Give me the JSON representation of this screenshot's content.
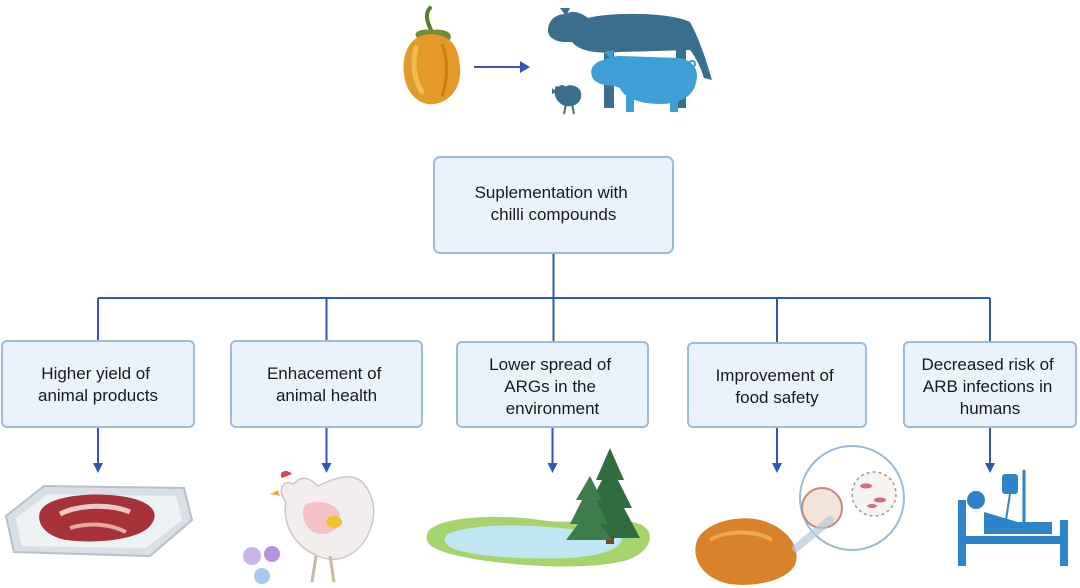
{
  "colors": {
    "box_fill": "#eaf2fb",
    "box_stroke": "#9db9dd",
    "connector": "#2f57b3"
  },
  "top_box": {
    "lines": [
      "Suplementation with",
      "chilli compounds"
    ]
  },
  "outcomes": [
    {
      "lines": [
        "Higher yield of",
        "animal products"
      ],
      "icon": "meat-tray-icon"
    },
    {
      "lines": [
        "Enhacement of",
        "animal health"
      ],
      "icon": "chicken-anatomy-icon"
    },
    {
      "lines": [
        "Lower spread of",
        "ARGs in the",
        "environment"
      ],
      "icon": "lake-trees-icon"
    },
    {
      "lines": [
        "Improvement of",
        "food safety"
      ],
      "icon": "roast-chicken-bacteria-icon"
    },
    {
      "lines": [
        "Decreased risk of",
        "ARB infections in",
        "humans"
      ],
      "icon": "hospital-patient-icon"
    }
  ],
  "top_icons": [
    "chilli-pepper-icon",
    "arrow-right-icon",
    "cow-icon",
    "pig-icon",
    "hen-icon"
  ]
}
